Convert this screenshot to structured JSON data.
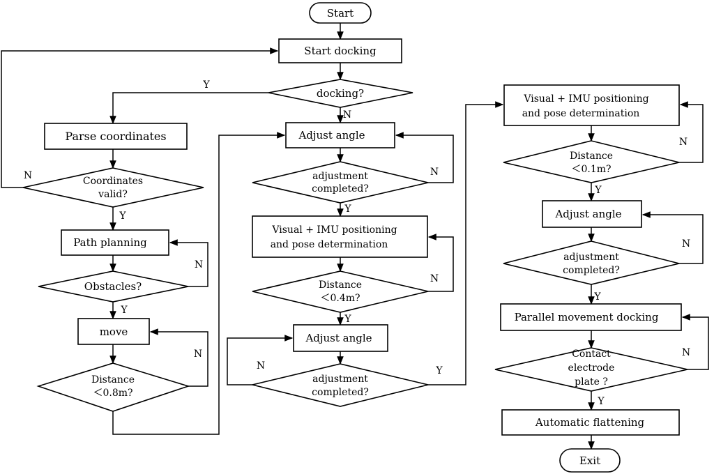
{
  "nodes": {
    "start": "Start",
    "start_docking": "Start docking",
    "docking_check": "docking?",
    "parse_coordinates": "Parse coordinates",
    "coordinates_valid": [
      "Coordinates",
      "valid?"
    ],
    "path_planning": "Path planning",
    "obstacles": "Obstacles?",
    "move": "move",
    "distance_08": [
      "Distance",
      "＜0.8m?"
    ],
    "adjust_angle_1": "Adjust angle",
    "adjustment_completed_1": [
      "adjustment",
      "completed?"
    ],
    "visual_imu_1": [
      "Visual + IMU positioning",
      "and pose determination"
    ],
    "distance_04": [
      "Distance",
      "＜0.4m?"
    ],
    "adjust_angle_2": "Adjust angle",
    "adjustment_completed_2": [
      "adjustment",
      "completed?"
    ],
    "visual_imu_2": [
      "Visual + IMU positioning",
      "and pose determination"
    ],
    "distance_01": [
      "Distance",
      "＜0.1m?"
    ],
    "adjust_angle_3": "Adjust angle",
    "adjustment_completed_3": [
      "adjustment",
      "completed?"
    ],
    "parallel_movement": "Parallel movement docking",
    "contact_electrode": [
      "Contact",
      "electrode",
      "plate ?"
    ],
    "automatic_flattening": "Automatic flattening",
    "exit": "Exit"
  },
  "labels": {
    "yes": "Y",
    "no": "N"
  }
}
